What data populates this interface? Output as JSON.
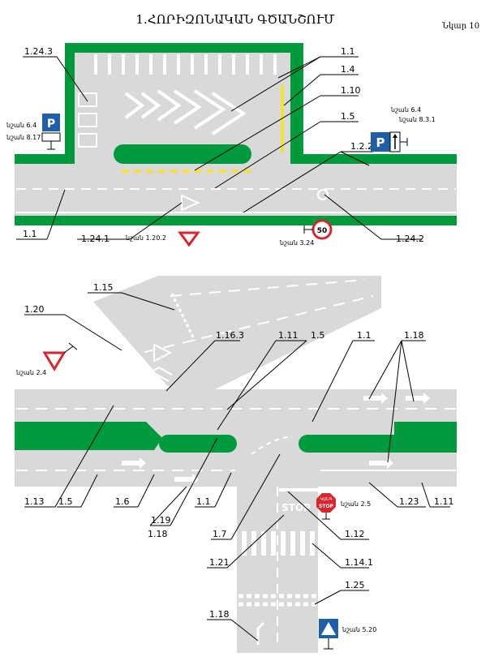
{
  "title": "1.ՀՈՐԻԶՈՆԱԿԱՆ ԳԾԱՆՇՈՒՄ",
  "figure_label": "Նկար 10",
  "top_labels": {
    "l1_24_3": "1.24.3",
    "l1_1_a": "1.1",
    "l1_4": "1.4",
    "l1_10": "1.10",
    "l1_5": "1.5",
    "l1_2_2": "1.2.2",
    "l1_1_b": "1.1",
    "l1_24_1": "1.24.1",
    "l1_24_2": "1.24.2"
  },
  "top_signs": {
    "sign_6_4_left": "նշան 6.4",
    "sign_8_17": "նշան 8.17",
    "sign_6_4_right": "նշան 6.4",
    "sign_8_3_1": "նշան 8.3.1",
    "sign_1_20_2": "նշան 1.20.2",
    "sign_3_24": "նշան 3.24",
    "speed_value": "50",
    "parking_letter": "P"
  },
  "bottom_labels": {
    "l1_15": "1.15",
    "l1_20": "1.20",
    "l1_16_3": "1.16.3",
    "l1_11_a": "1.11",
    "l1_5_a": "1.5",
    "l1_1_a": "1.1",
    "l1_18_a": "1.18",
    "l1_13": "1.13",
    "l1_5_b": "1.5",
    "l1_6": "1.6",
    "l1_19": "1.19",
    "l1_1_b": "1.1",
    "l1_18_b": "1.18",
    "l1_7": "1.7",
    "l1_23": "1.23",
    "l1_11_b": "1.11",
    "l1_12": "1.12",
    "l1_21": "1.21",
    "l1_14_1": "1.14.1",
    "l1_25": "1.25",
    "l1_18_c": "1.18"
  },
  "bottom_signs": {
    "sign_2_4": "նշան 2.4",
    "sign_2_5": "նշան 2.5",
    "sign_5_20": "նշան 5.20",
    "stop_arm": "ԿԱՆԳ",
    "stop_en": "STOP",
    "stop_road": "STOP"
  },
  "colors": {
    "asphalt": "#d9d9d9",
    "green": "#009a3e",
    "marking": "#ffffff",
    "yellow": "#ffe600",
    "sign_blue": "#1f5fa8",
    "sign_red": "#d7262e"
  }
}
